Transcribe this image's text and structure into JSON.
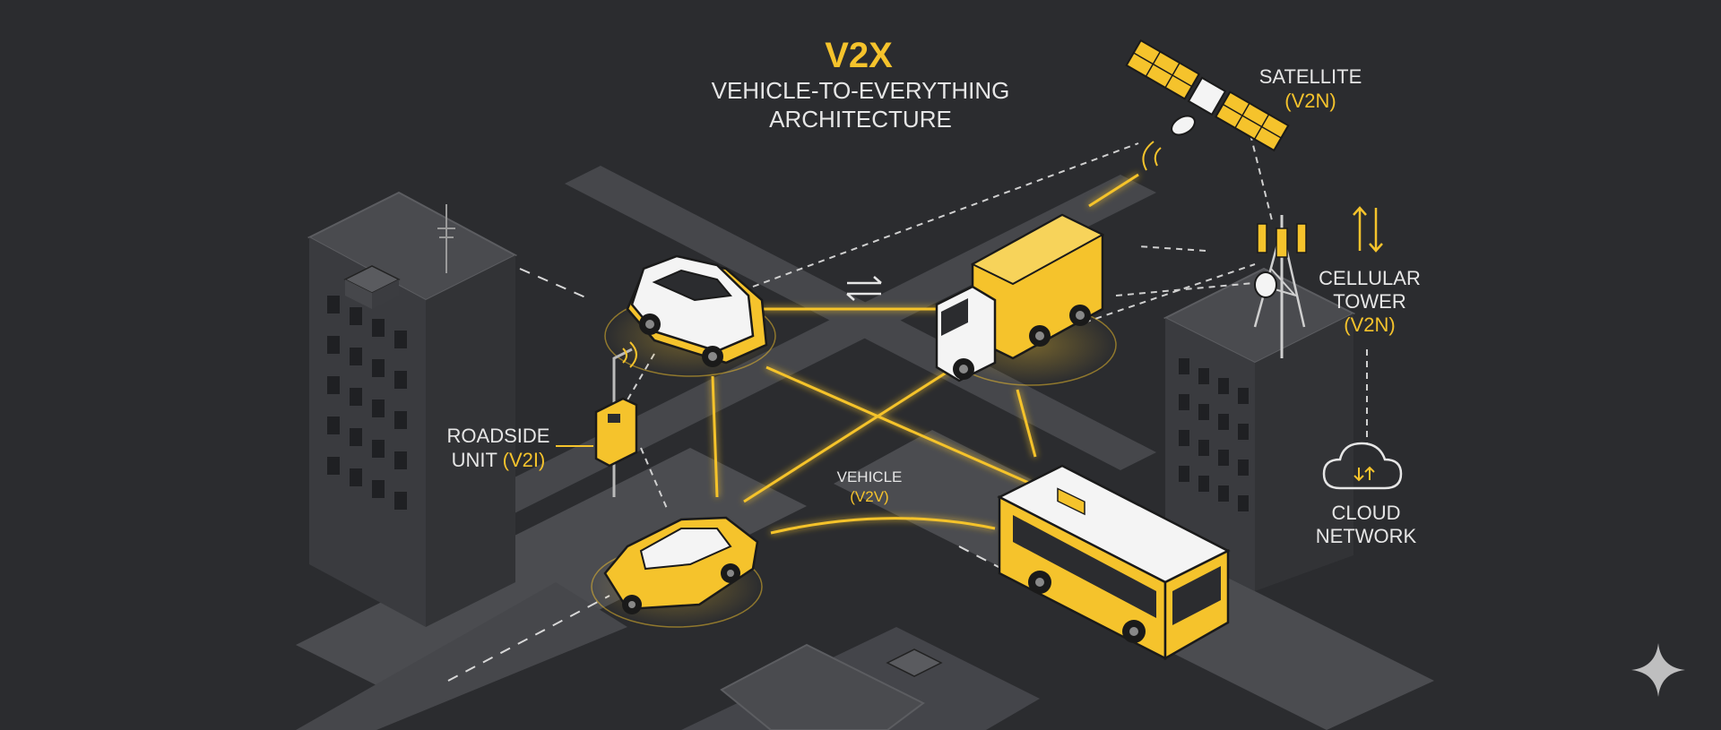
{
  "title": {
    "main": "V2X",
    "line1": "VEHICLE-TO-EVERYTHING",
    "line2": "ARCHITECTURE"
  },
  "labels": {
    "satellite": {
      "name": "SATELLITE",
      "tag": "(V2N)"
    },
    "tower": {
      "name1": "CELLULAR",
      "name2": "TOWER",
      "tag": "(V2N)"
    },
    "cloud": {
      "name1": "CLOUD",
      "name2": "NETWORK"
    },
    "rsu": {
      "name1": "ROADSIDE",
      "name2a": "UNIT ",
      "tag": "(V2I)"
    },
    "vehicle": {
      "name": "VEHICLE",
      "tag": "(V2V)"
    }
  },
  "colors": {
    "background": "#2b2c2f",
    "accent": "#f5c32c",
    "road": "#4a4b4f",
    "building": "#3d3e42",
    "text": "#e6e6e6"
  },
  "icons": [
    "satellite-icon",
    "cell-tower-icon",
    "cloud-icon",
    "roadside-unit-icon",
    "suv-icon",
    "truck-icon",
    "sedan-icon",
    "bus-icon",
    "gemini-sparkle-icon"
  ]
}
